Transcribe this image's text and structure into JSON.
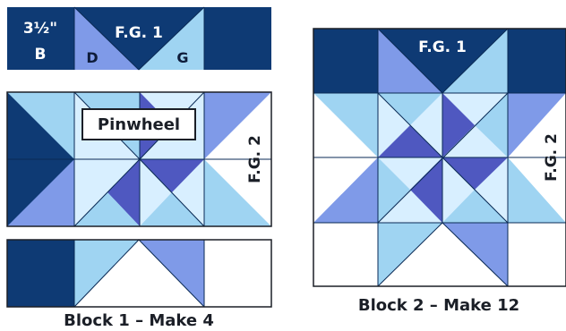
{
  "colors": {
    "navy": "#0e3a74",
    "medium_blue": "#7f9ae8",
    "light_blue": "#9fd4f2",
    "pale_blue": "#d8efff",
    "dark_purple": "#4f58c0",
    "white": "#ffffff",
    "outline": "#1b1f27"
  },
  "block1": {
    "unit_label": "3½\"",
    "piece_b": "B",
    "fg1": "F.G. 1",
    "piece_d": "D",
    "piece_g": "G",
    "pinwheel": "Pinwheel",
    "fg2": "F.G. 2",
    "caption": "Block 1 – Make 4"
  },
  "block2": {
    "fg1": "F.G. 1",
    "fg2": "F.G. 2",
    "caption": "Block 2 – Make 12"
  }
}
